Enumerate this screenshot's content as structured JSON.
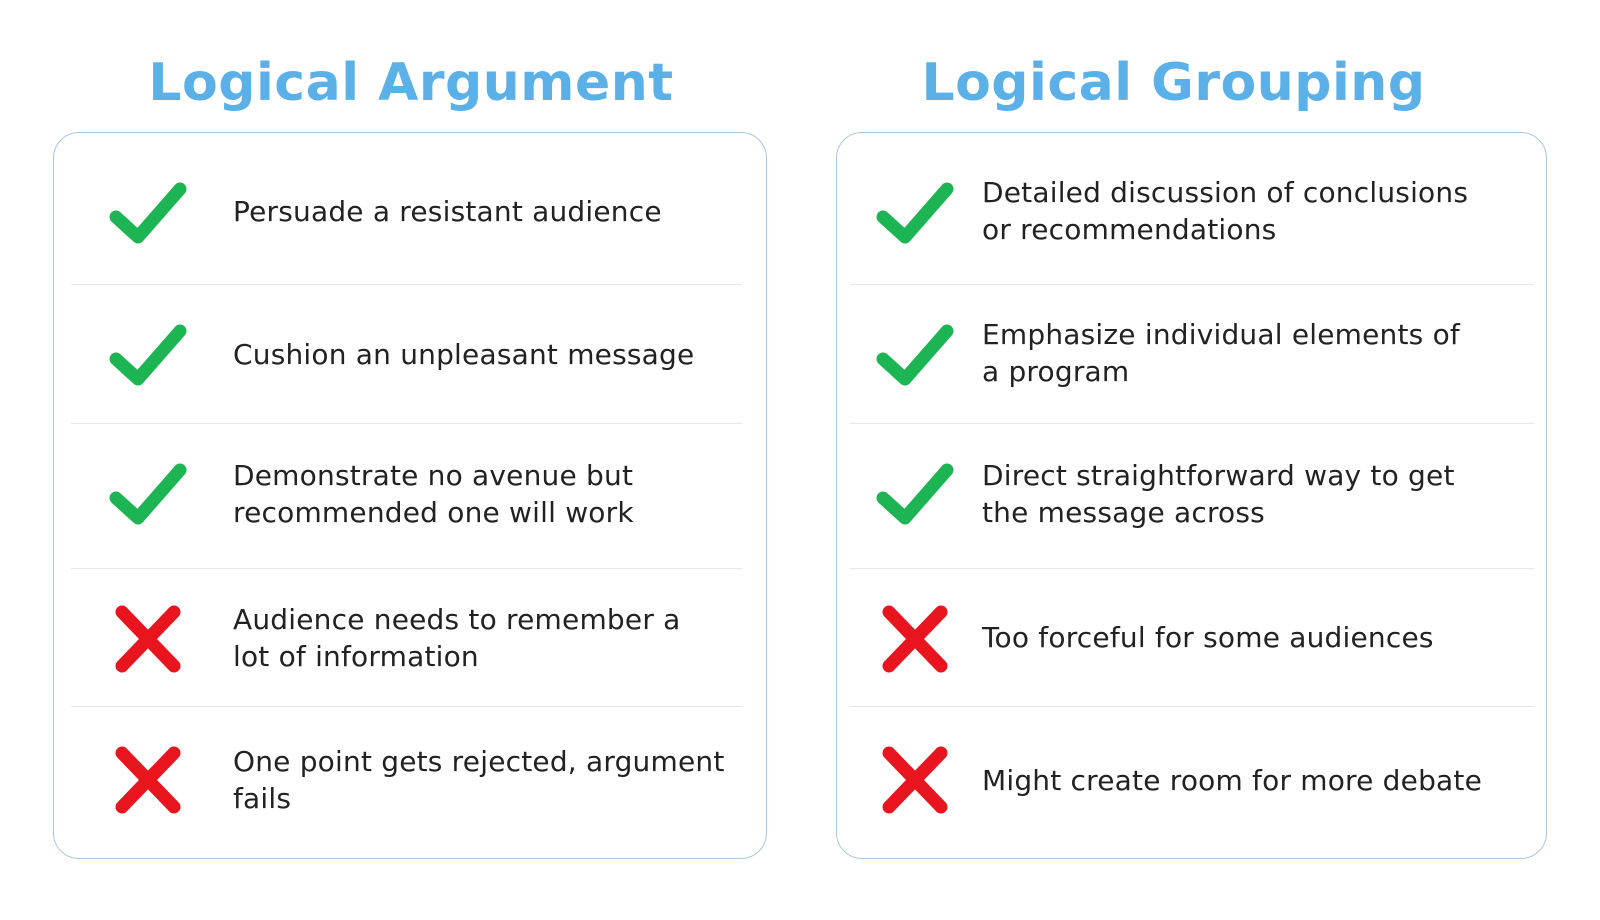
{
  "colors": {
    "title": "#5bb0e8",
    "check": "#1db454",
    "cross": "#e8141e",
    "border": "#a9c8dd",
    "text": "#222222"
  },
  "columns": [
    {
      "title": "Logical Argument",
      "items": [
        {
          "type": "check",
          "icon": "check-icon",
          "text": "Persuade a resistant audience"
        },
        {
          "type": "check",
          "icon": "check-icon",
          "text": "Cushion an unpleasant message"
        },
        {
          "type": "check",
          "icon": "check-icon",
          "text": "Demonstrate no avenue but\nrecommended one will work"
        },
        {
          "type": "cross",
          "icon": "cross-icon",
          "text": "Audience needs to remember a\nlot of information"
        },
        {
          "type": "cross",
          "icon": "cross-icon",
          "text": "One point gets rejected, argument\nfails"
        }
      ]
    },
    {
      "title": "Logical Grouping",
      "items": [
        {
          "type": "check",
          "icon": "check-icon",
          "text": "Detailed discussion of conclusions\nor recommendations"
        },
        {
          "type": "check",
          "icon": "check-icon",
          "text": "Emphasize individual elements of\na program"
        },
        {
          "type": "check",
          "icon": "check-icon",
          "text": "Direct straightforward way to get\nthe message across"
        },
        {
          "type": "cross",
          "icon": "cross-icon",
          "text": "Too forceful for some audiences"
        },
        {
          "type": "cross",
          "icon": "cross-icon",
          "text": "Might create room for more debate"
        }
      ]
    }
  ]
}
